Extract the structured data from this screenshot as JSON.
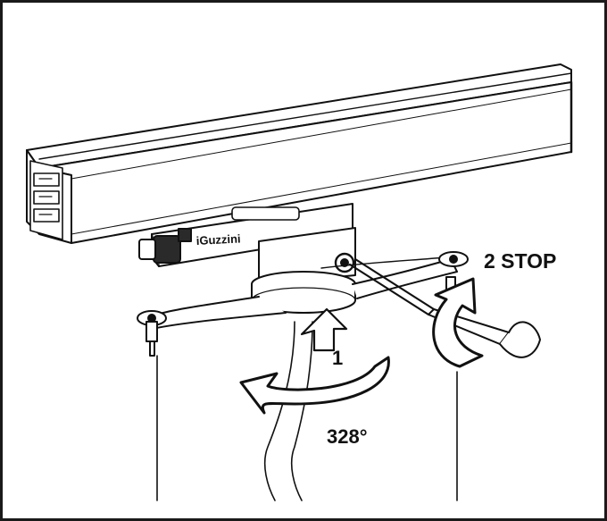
{
  "labels": {
    "step1": "1",
    "step2": "2 STOP",
    "angle": "328°",
    "brand": "iGuzzini"
  },
  "colors": {
    "line": "#111111",
    "fill": "#ffffff",
    "shade": "#9a9a9a",
    "dark": "#2a2a2a"
  },
  "icons": {
    "rotation_arrow_1": "curved-arrow-counterclockwise",
    "rotation_arrow_2": "curved-arrow-up",
    "small_arrow": "up-arrow-outline",
    "tool": "screwdriver"
  }
}
